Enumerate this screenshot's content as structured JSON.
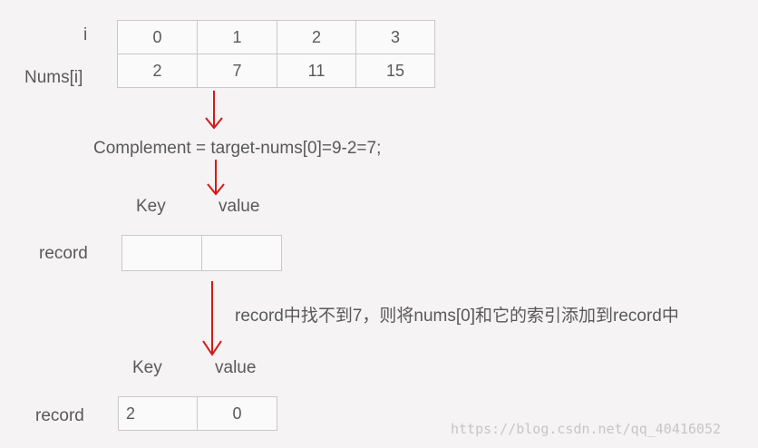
{
  "array_table": {
    "row_labels": {
      "index": "i",
      "values": "Nums[i]"
    },
    "indices": [
      "0",
      "1",
      "2",
      "3"
    ],
    "values": [
      "2",
      "7",
      "11",
      "15"
    ]
  },
  "complement_text": "Complement = target-nums[0]=9-2=7;",
  "record_before": {
    "key_header": "Key",
    "value_header": "value",
    "label": "record",
    "key": "",
    "value": ""
  },
  "step_note": "record中找不到7，则将nums[0]和它的索引添加到record中",
  "record_after": {
    "key_header": "Key",
    "value_header": "value",
    "label": "record",
    "key": "2",
    "value": "0"
  },
  "watermark": "https://blog.csdn.net/qq_40416052",
  "colors": {
    "arrow": "#d11a1a",
    "text": "#595959",
    "border": "#c9c9c9",
    "background": "#f5f3f3"
  }
}
